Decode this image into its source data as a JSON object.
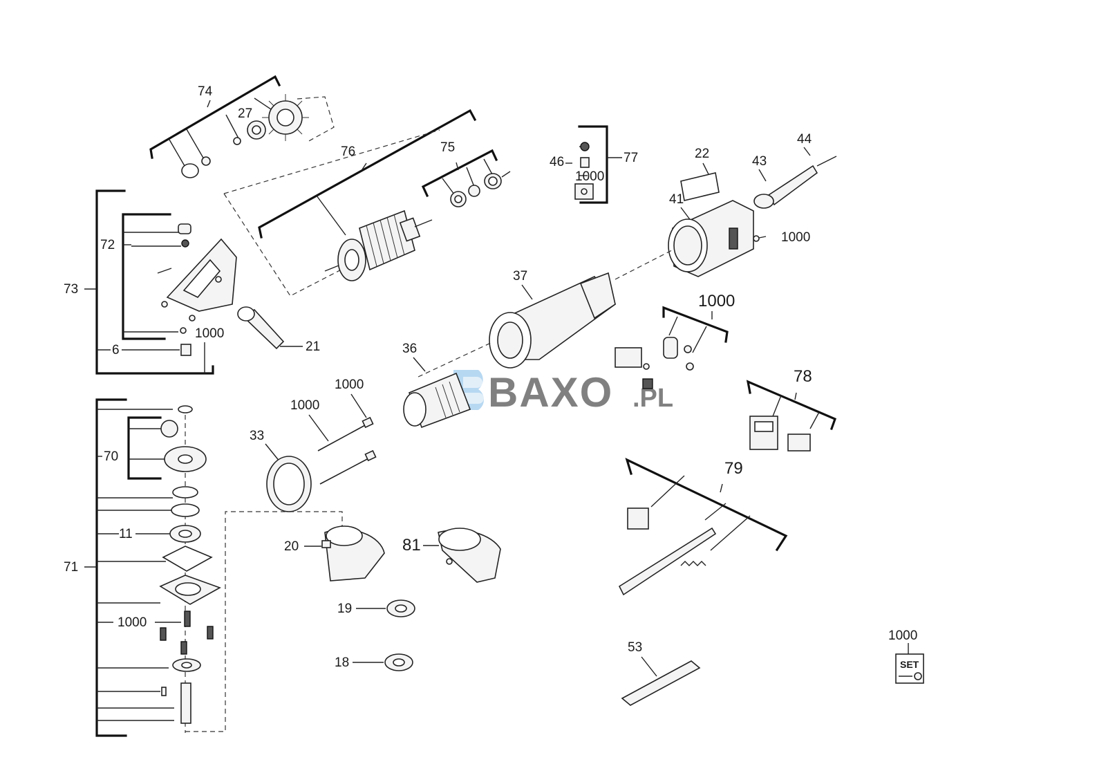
{
  "watermark": {
    "brand": "BAXO",
    "suffix": ".PL",
    "color": "#5fa8e0"
  },
  "labels": {
    "l74": "74",
    "l27": "27",
    "l76": "76",
    "l75": "75",
    "l77": "77",
    "l46": "46",
    "l1000_motor": "1000",
    "l22": "22",
    "l44": "44",
    "l43": "43",
    "l41": "41",
    "l1000_housing": "1000",
    "l72": "72",
    "l73": "73",
    "l1000_head": "1000",
    "l21": "21",
    "l6": "6",
    "l37": "37",
    "l1000_switch": "1000",
    "l36": "36",
    "l1000_screw_a": "1000",
    "l1000_screw_b": "1000",
    "l33": "33",
    "l78": "78",
    "l70": "70",
    "l79": "79",
    "l11": "11",
    "l20": "20",
    "l81": "81",
    "l71": "71",
    "l1000_gear": "1000",
    "l19": "19",
    "l18": "18",
    "l53": "53",
    "l1000_set": "1000",
    "set_badge": "SET"
  }
}
